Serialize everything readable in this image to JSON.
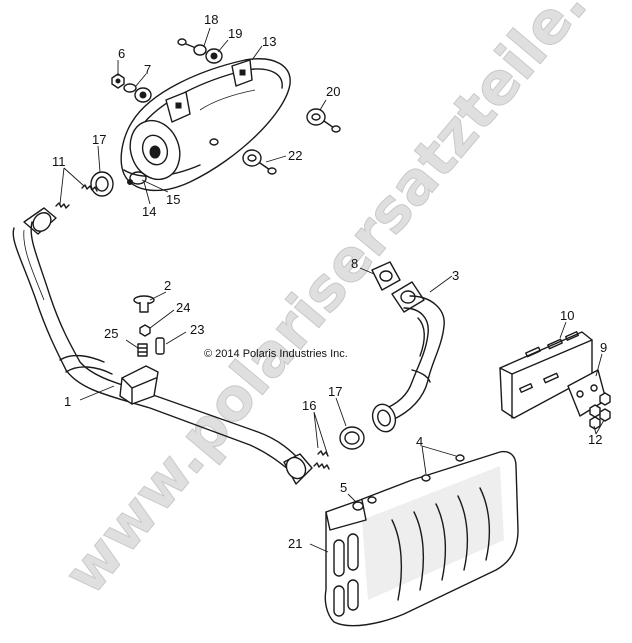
{
  "diagram": {
    "copyright": "© 2014 Polaris Industries Inc.",
    "watermark": "www.polarisersatzteile.de",
    "callouts": {
      "c1": "1",
      "c2": "2",
      "c3": "3",
      "c4": "4",
      "c5": "5",
      "c6": "6",
      "c7": "7",
      "c8": "8",
      "c9": "9",
      "c10": "10",
      "c11": "11",
      "c12": "12",
      "c13": "13",
      "c14": "14",
      "c15": "15",
      "c16": "16",
      "c17a": "17",
      "c17b": "17",
      "c18": "18",
      "c19": "19",
      "c20": "20",
      "c21": "21",
      "c22": "22",
      "c23": "23",
      "c24": "24",
      "c25": "25"
    }
  }
}
